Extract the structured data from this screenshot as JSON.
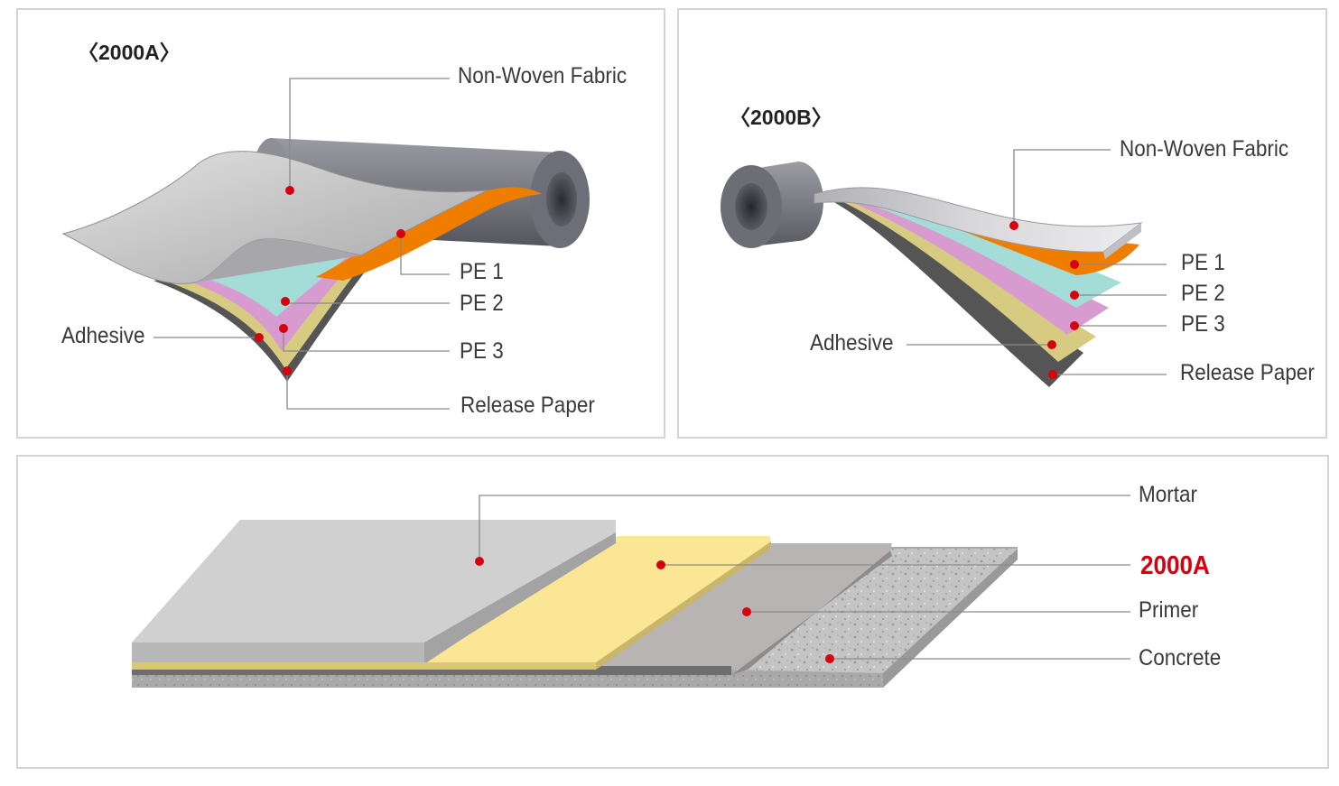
{
  "colors": {
    "accent_red": "#d7000f",
    "leader_line": "#8a8a8a",
    "fabric": "#c8c8c8",
    "pe1": "#ee7d00",
    "pe2": "#a4dcd8",
    "pe3": "#d89bd0",
    "adhesive": "#d6cb80",
    "release_paper": "#5a5a5a",
    "mortar": "#cfcfcf",
    "membrane": "#fbe696",
    "primer": "#b9b4b4",
    "concrete": "#bdbdbd"
  },
  "panel_a": {
    "title": "〈2000A〉",
    "labels": {
      "fabric": "Non-Woven Fabric",
      "pe1": "PE 1",
      "pe2": "PE 2",
      "pe3": "PE 3",
      "adhesive": "Adhesive",
      "release": "Release Paper"
    }
  },
  "panel_b": {
    "title": "〈2000B〉",
    "labels": {
      "fabric": "Non-Woven Fabric",
      "pe1": "PE 1",
      "pe2": "PE 2",
      "pe3": "PE 3",
      "adhesive": "Adhesive",
      "release": "Release Paper"
    }
  },
  "panel_c": {
    "labels": {
      "mortar": "Mortar",
      "membrane": "2000A",
      "primer": "Primer",
      "concrete": "Concrete"
    }
  }
}
